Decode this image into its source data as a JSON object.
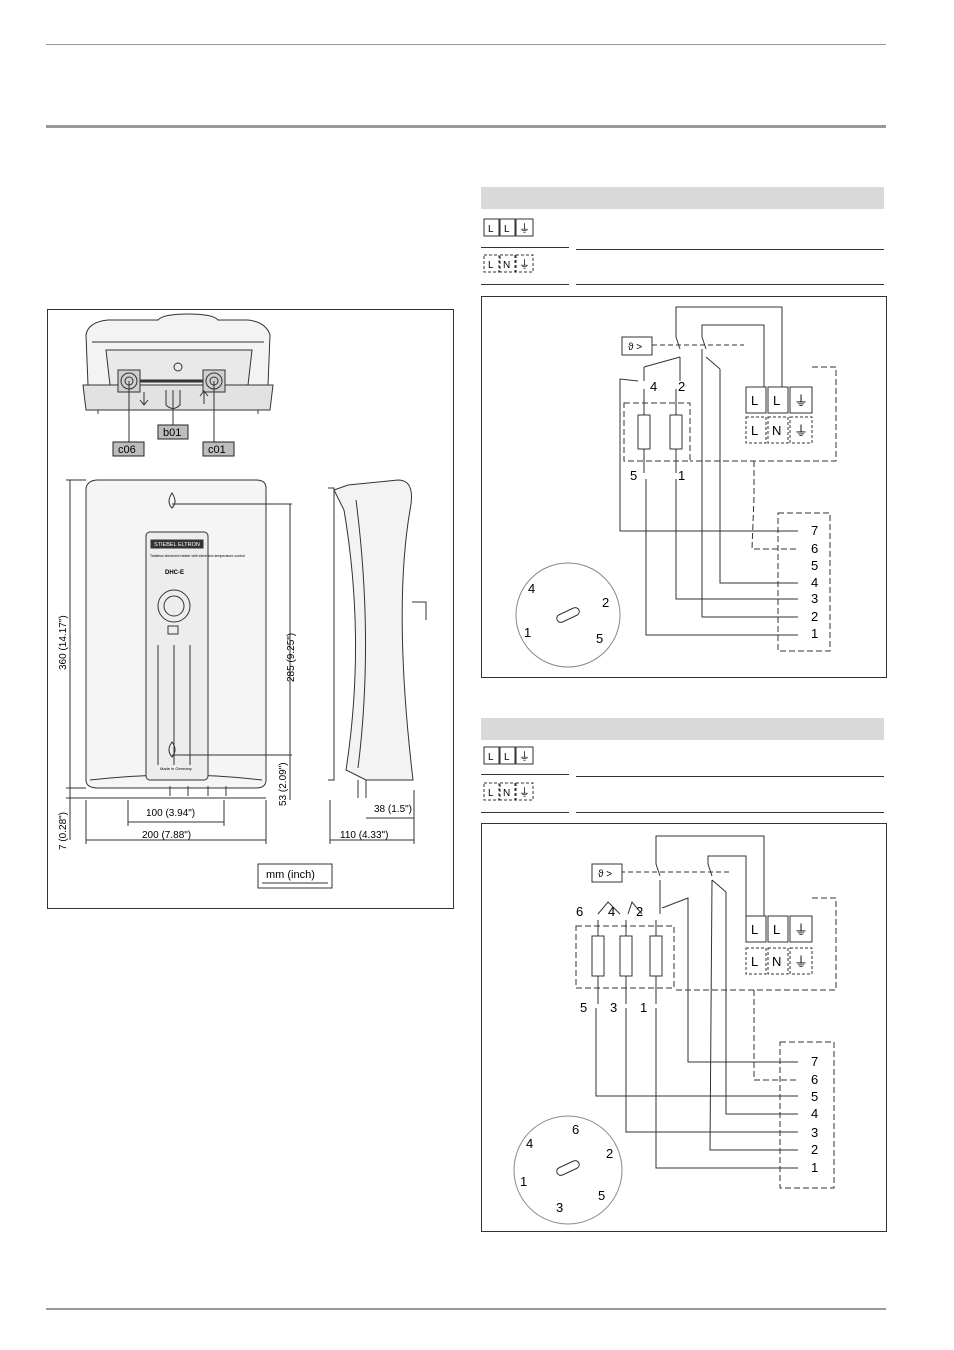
{
  "dimension_figure": {
    "connection_labels": [
      "c06",
      "b01",
      "c01"
    ],
    "brand_plate": "STIEBEL ELTRON",
    "plate_text": "Tankless electronic heater with electronic temperature control",
    "model_name": "DHC-E",
    "made_in": "Made in Germany",
    "dimensions": {
      "height": "360 (14.17\")",
      "hole_spacing": "285 (9.25\")",
      "lower_offset": "53 (2.09\")",
      "bottom_offset": "7 (0.28\")",
      "pipe_spacing": "100 (3.94\")",
      "width": "200 (7.88\")",
      "side_offset": "38 (1.5\")",
      "depth": "110 (4.33\")"
    },
    "unit_label": "mm (inch)"
  },
  "wiring_1": {
    "supply_option_a": [
      "L",
      "L",
      "⏚"
    ],
    "supply_option_b": [
      "L",
      "N",
      "⏚"
    ],
    "thermostat_symbol": "ϑ >",
    "heater_top_labels": [
      "4",
      "2"
    ],
    "heater_bottom_labels": [
      "5",
      "1"
    ],
    "terminal_top": [
      "L",
      "L",
      "⏚"
    ],
    "terminal_bottom": [
      "L",
      "N",
      "⏚"
    ],
    "strip_numbers": [
      "7",
      "6",
      "5",
      "4",
      "3",
      "2",
      "1"
    ],
    "dial_labels": [
      "4",
      "2",
      "1",
      "5"
    ]
  },
  "wiring_2": {
    "supply_option_a": [
      "L",
      "L",
      "⏚"
    ],
    "supply_option_b": [
      "L",
      "N",
      "⏚"
    ],
    "thermostat_symbol": "ϑ >",
    "heater_top_labels": [
      "6",
      "4",
      "2"
    ],
    "heater_bottom_labels": [
      "5",
      "3",
      "1"
    ],
    "terminal_top": [
      "L",
      "L",
      "⏚"
    ],
    "terminal_bottom": [
      "L",
      "N",
      "⏚"
    ],
    "strip_numbers": [
      "7",
      "6",
      "5",
      "4",
      "3",
      "2",
      "1"
    ],
    "dial_labels": [
      "6",
      "4",
      "2",
      "1",
      "3",
      "5"
    ]
  }
}
